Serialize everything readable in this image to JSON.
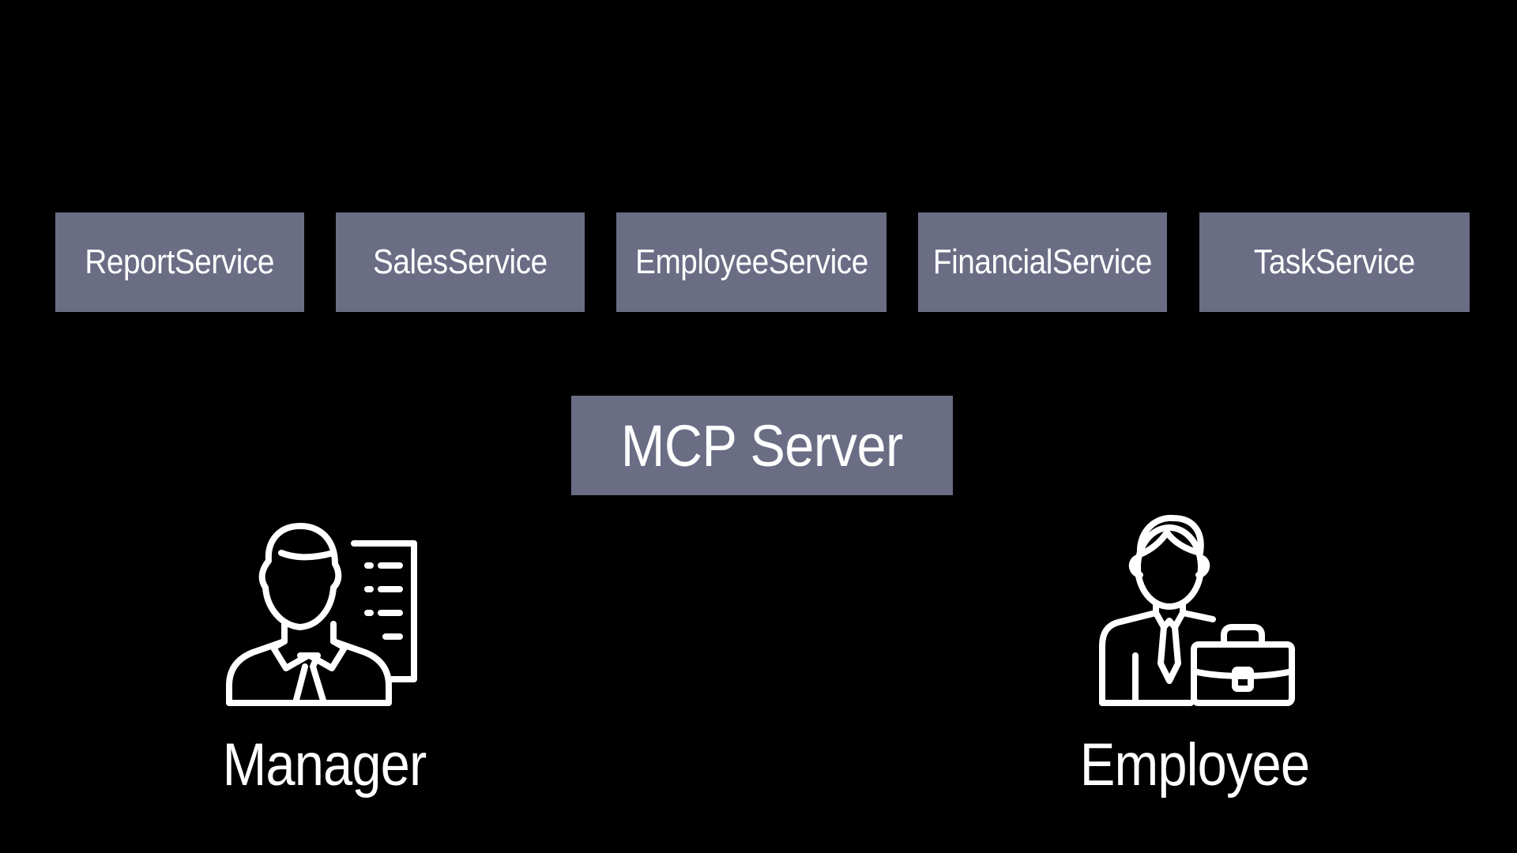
{
  "colors": {
    "background": "#000000",
    "box_fill": "#6b6d85",
    "text": "#ffffff",
    "icon_stroke": "#ffffff"
  },
  "services": [
    {
      "label": "ReportService"
    },
    {
      "label": "SalesService"
    },
    {
      "label": "EmployeeService"
    },
    {
      "label": "FinancialService"
    },
    {
      "label": "TaskService"
    }
  ],
  "server": {
    "label": "MCP Server"
  },
  "actors": [
    {
      "label": "Manager",
      "icon": "manager-icon"
    },
    {
      "label": "Employee",
      "icon": "employee-icon"
    }
  ]
}
